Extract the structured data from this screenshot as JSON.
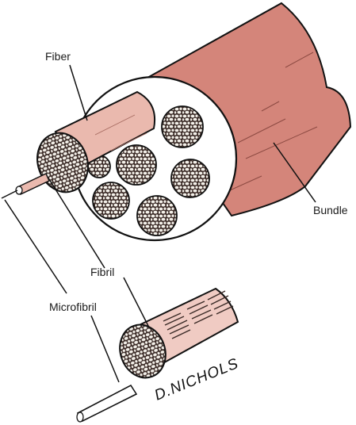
{
  "labels": {
    "fiber": "Fiber",
    "bundle": "Bundle",
    "fibril": "Fibril",
    "microfibril": "Microfibril"
  },
  "signature": "D.NICHOLS",
  "colors": {
    "bundle_fill": "#d4857a",
    "fiber_fill": "#eab9ae",
    "fibril_band": "#f0cbc3",
    "cell_fill": "#f4f1ea",
    "cell_mesh": "#3a2a26",
    "outline": "#111111"
  }
}
